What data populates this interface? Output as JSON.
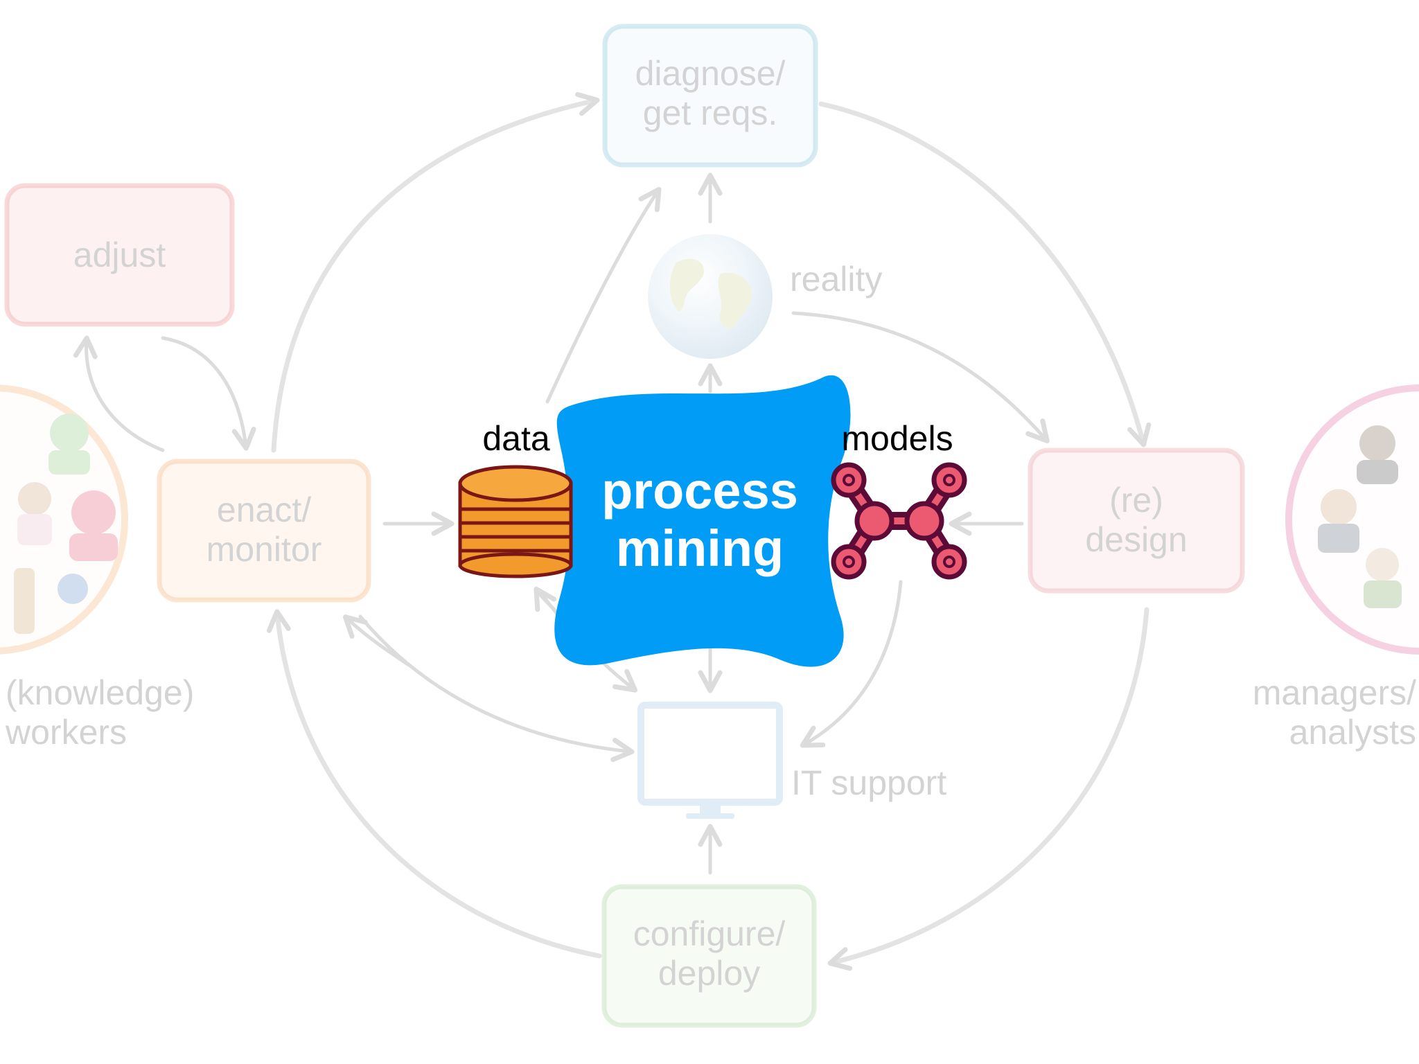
{
  "boxes": {
    "diagnose": {
      "line1": "diagnose/",
      "line2": "get reqs."
    },
    "adjust": {
      "label": "adjust"
    },
    "enact": {
      "line1": "enact/",
      "line2": "monitor"
    },
    "redesign": {
      "line1": "(re)",
      "line2": "design"
    },
    "configure": {
      "line1": "configure/",
      "line2": "deploy"
    }
  },
  "reality": {
    "label": "reality"
  },
  "it_support": {
    "label": "IT support"
  },
  "center": {
    "line1": "process",
    "line2": "mining"
  },
  "data": {
    "label": "data"
  },
  "models": {
    "label": "models"
  },
  "workers": {
    "line1": "(knowledge)",
    "line2": "workers"
  },
  "managers": {
    "line1": "managers/",
    "line2": "analysts"
  },
  "colors": {
    "process_mining_blob": "#009cf6",
    "database_fill": "#f29a2b",
    "database_stroke": "#7a1616",
    "model_node": "#ec5a72",
    "model_stroke": "#5c0b36",
    "faded_box_blue": "#b5dbe8",
    "faded_box_red": "#f5c0c0",
    "faded_box_orange": "#f8d2b0",
    "faded_box_pink": "#f2c6cc",
    "faded_box_green": "#cfe6c8",
    "faded_arrow": "#dcdcdc"
  },
  "icons": {
    "globe": "globe-icon",
    "monitor": "monitor-icon",
    "database": "database-icon",
    "model_graph": "process-model-graph-icon",
    "workers_group": "workers-group-icon",
    "managers_group": "managers-group-icon"
  }
}
